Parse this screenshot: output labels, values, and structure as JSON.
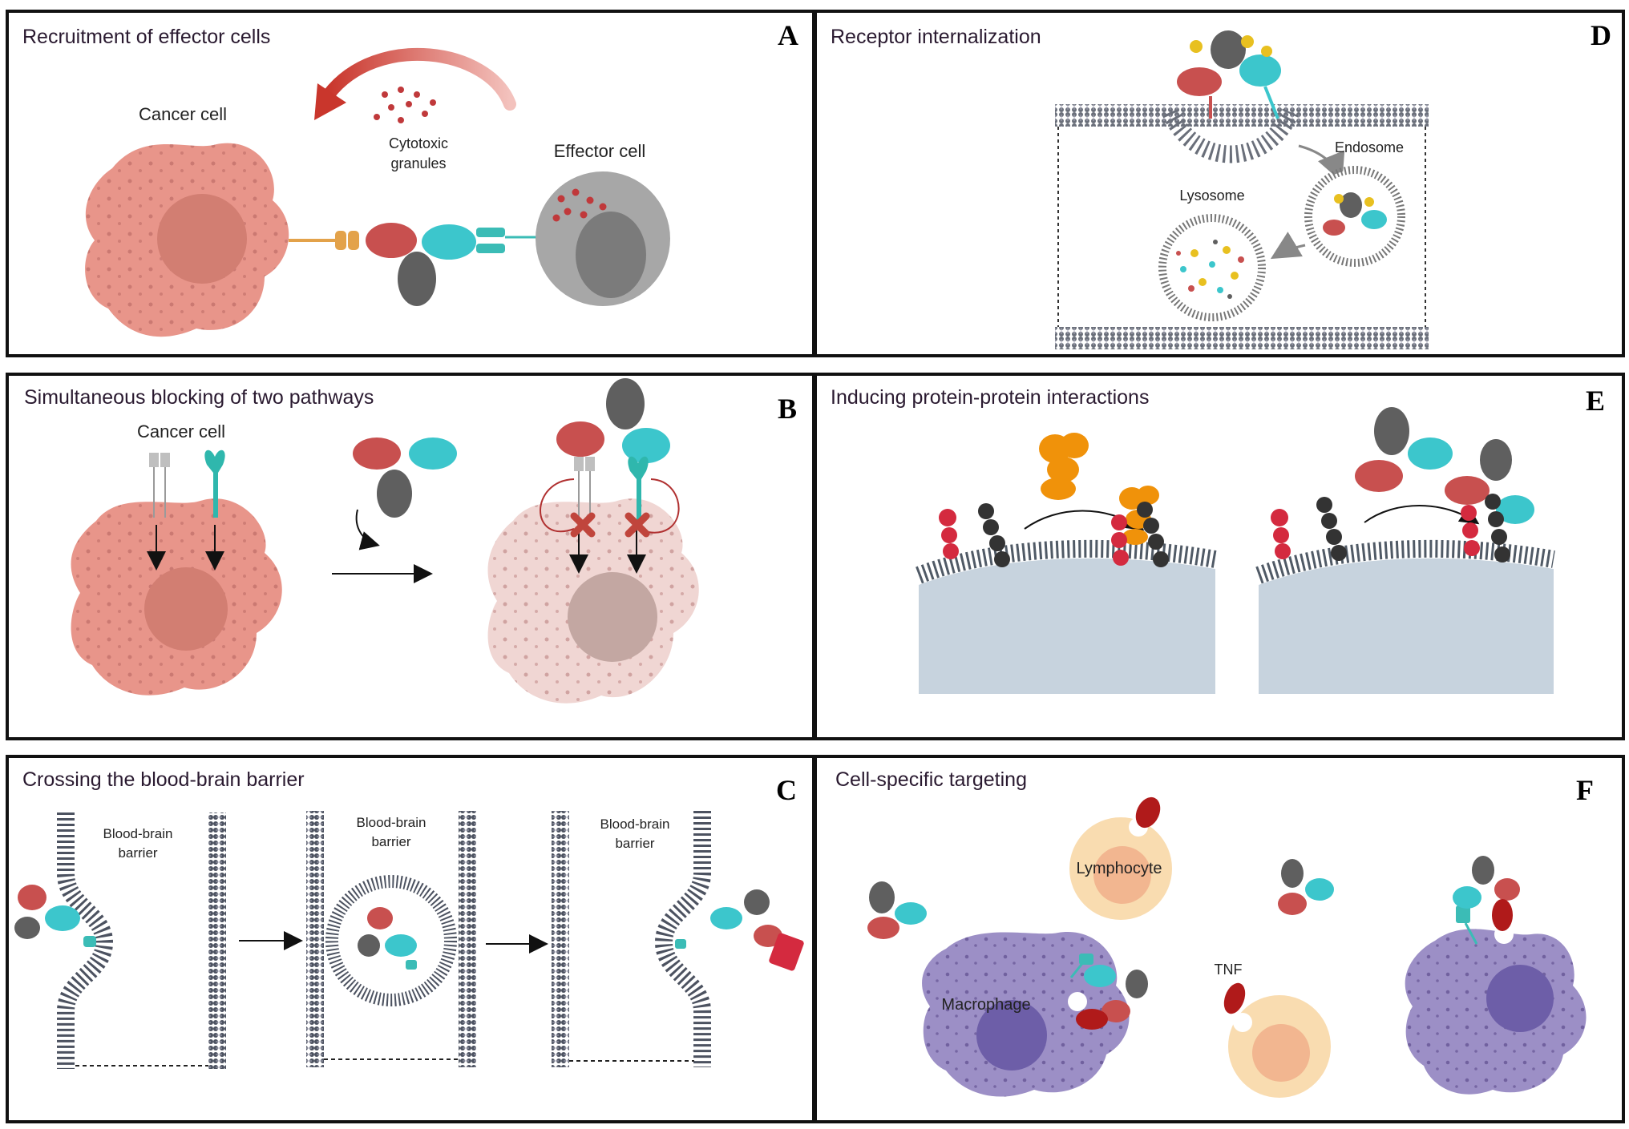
{
  "panels": {
    "A": {
      "letter": "A",
      "title": "Recruitment of effector cells",
      "cancer_cell": "Cancer cell",
      "granules_line1": "Cytotoxic",
      "granules_line2": "granules",
      "effector_cell": "Effector cell"
    },
    "B": {
      "letter": "B",
      "title": "Simultaneous blocking of two pathways",
      "cancer_cell": "Cancer cell"
    },
    "C": {
      "letter": "C",
      "title": "Crossing the blood-brain barrier",
      "bbb_1_line1": "Blood-brain",
      "bbb_1_line2": "barrier",
      "bbb_2_line1": "Blood-brain",
      "bbb_2_line2": "barrier",
      "bbb_3_line1": "Blood-brain",
      "bbb_3_line2": "barrier"
    },
    "D": {
      "letter": "D",
      "title": "Receptor internalization",
      "endosome": "Endosome",
      "lysosome": "Lysosome"
    },
    "E": {
      "letter": "E",
      "title": "Inducing protein-protein interactions"
    },
    "F": {
      "letter": "F",
      "title": "Cell-specific targeting",
      "lymphocyte": "Lymphocyte",
      "macrophage": "Macrophage",
      "tnf": "TNF"
    }
  },
  "colors": {
    "cancer": "#e8958a",
    "cancer_nucleus": "#d27e72",
    "effector": "#a7a7a7",
    "antibody_red": "#c8504f",
    "antibody_cyan": "#3cc6cc",
    "antibody_grey": "#5f5f5f",
    "macrophage": "#9c8fc6",
    "lymphocyte": "#f9dcb0",
    "tnf": "#b01a1a",
    "orange": "#f0920a",
    "membrane": "#505a66",
    "cytoplasm": "#c7d3de"
  }
}
